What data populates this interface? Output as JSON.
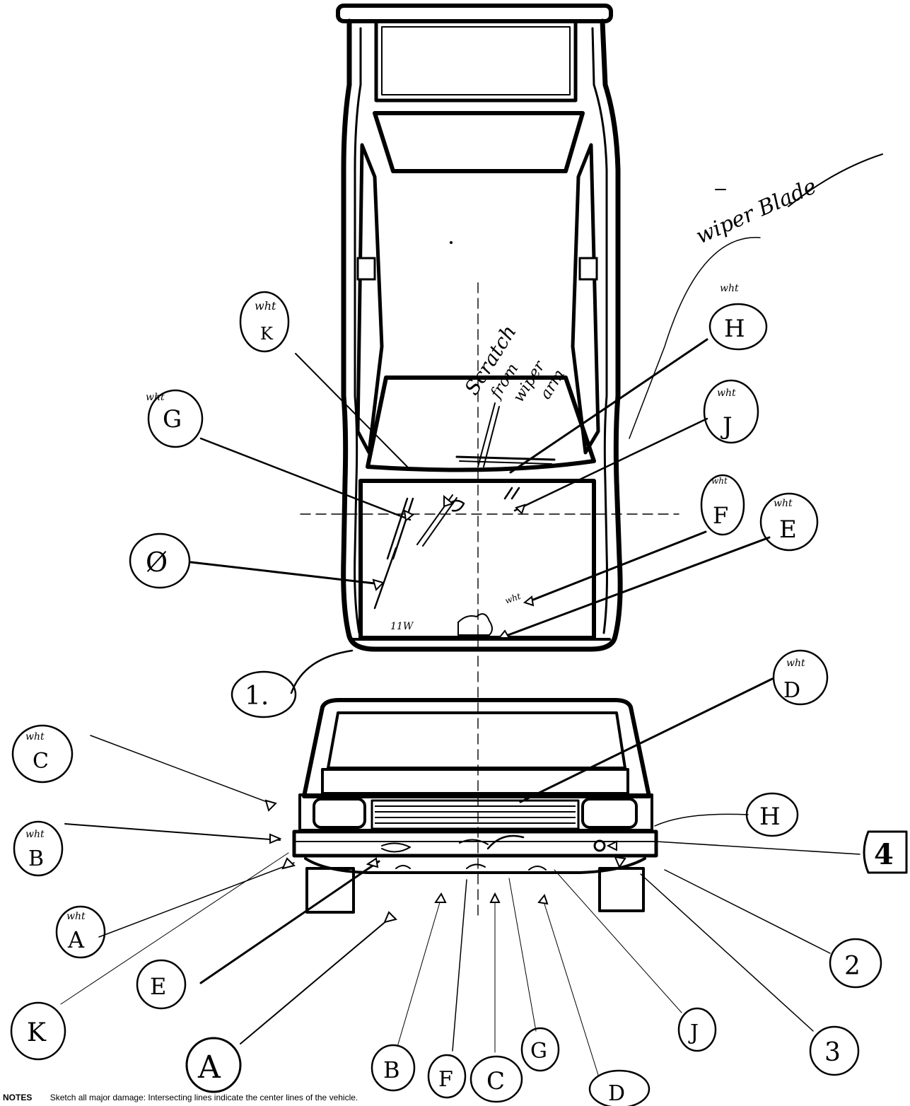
{
  "handwritten_notes": {
    "wiper_blade": "wiper Blade",
    "scratch_from_wiper_arm": [
      "Scratch",
      "from",
      "wiper",
      "arm"
    ]
  },
  "top_view_callouts": [
    {
      "id": "K",
      "sub": "wht"
    },
    {
      "id": "G",
      "sub": "wht"
    },
    {
      "id": "H",
      "sub": "wht"
    },
    {
      "id": "J",
      "sub": "wht"
    },
    {
      "id": "F",
      "sub": "wht"
    },
    {
      "id": "E",
      "sub": "wht"
    },
    {
      "id": "Ø",
      "sub": ""
    },
    {
      "id": "1.",
      "sub": ""
    }
  ],
  "front_view_callouts": [
    {
      "id": "D",
      "sub": "wht"
    },
    {
      "id": "C",
      "sub": "wht"
    },
    {
      "id": "B",
      "sub": "wht"
    },
    {
      "id": "A",
      "sub": "wht"
    },
    {
      "id": "H",
      "sub": ""
    },
    {
      "id": "4",
      "sub": ""
    },
    {
      "id": "2",
      "sub": ""
    },
    {
      "id": "E",
      "sub": ""
    },
    {
      "id": "K",
      "sub": ""
    },
    {
      "id": "A",
      "sub": ""
    },
    {
      "id": "B",
      "sub": ""
    },
    {
      "id": "F",
      "sub": ""
    },
    {
      "id": "C",
      "sub": ""
    },
    {
      "id": "G",
      "sub": ""
    },
    {
      "id": "D",
      "sub": ""
    },
    {
      "id": "J",
      "sub": ""
    },
    {
      "id": "3",
      "sub": ""
    }
  ],
  "hood_marks": {
    "mark_a": "11W",
    "mark_b": "wht"
  },
  "footer": {
    "label": "NOTES",
    "text": "Sketch all major damage: Intersecting lines indicate the center lines of the vehicle."
  }
}
